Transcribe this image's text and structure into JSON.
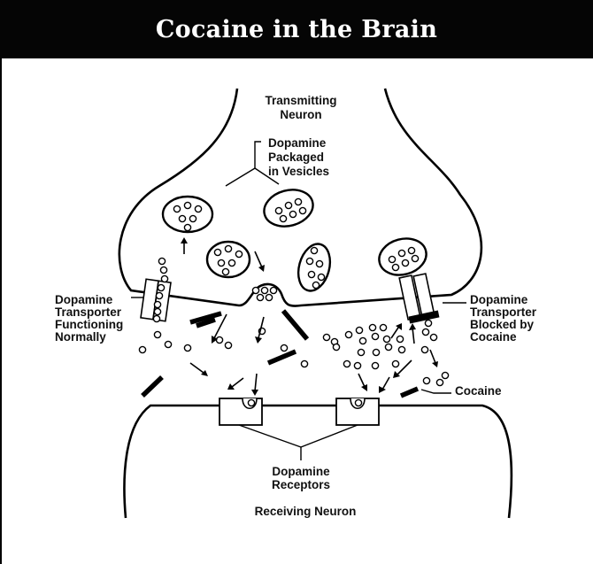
{
  "title": "Cocaine in the Brain",
  "labels": {
    "transmitting_neuron": [
      "Transmitting",
      "Neuron"
    ],
    "vesicles": [
      "Dopamine",
      "Packaged",
      "in Vesicles"
    ],
    "transporter_normal": [
      "Dopamine",
      "Transporter",
      "Functioning",
      "Normally"
    ],
    "transporter_blocked": [
      "Dopamine",
      "Transporter",
      "Blocked by",
      "Cocaine"
    ],
    "cocaine": "Cocaine",
    "receptors": [
      "Dopamine",
      "Receptors"
    ],
    "receiving_neuron": "Receiving Neuron"
  }
}
